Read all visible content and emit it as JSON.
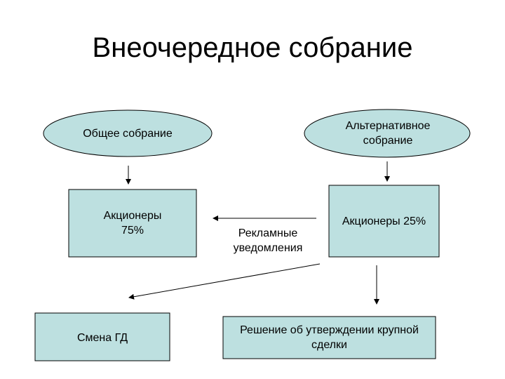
{
  "slide": {
    "title": "Внеочередное собрание"
  },
  "diagram": {
    "fill_color": "#bde0e0",
    "stroke_color": "#000000",
    "nodes": {
      "general_meeting": "Общее собрание",
      "alternative_meeting": "Альтернативное собрание",
      "shareholders_75": "Акционеры 75%",
      "shareholders_25": "Акционеры 25%",
      "change_gd": "Смена ГД",
      "major_deal_decision": "Решение об утверждении крупной сделки"
    },
    "edge_labels": {
      "advertising_notices": "Рекламные уведомления"
    }
  }
}
